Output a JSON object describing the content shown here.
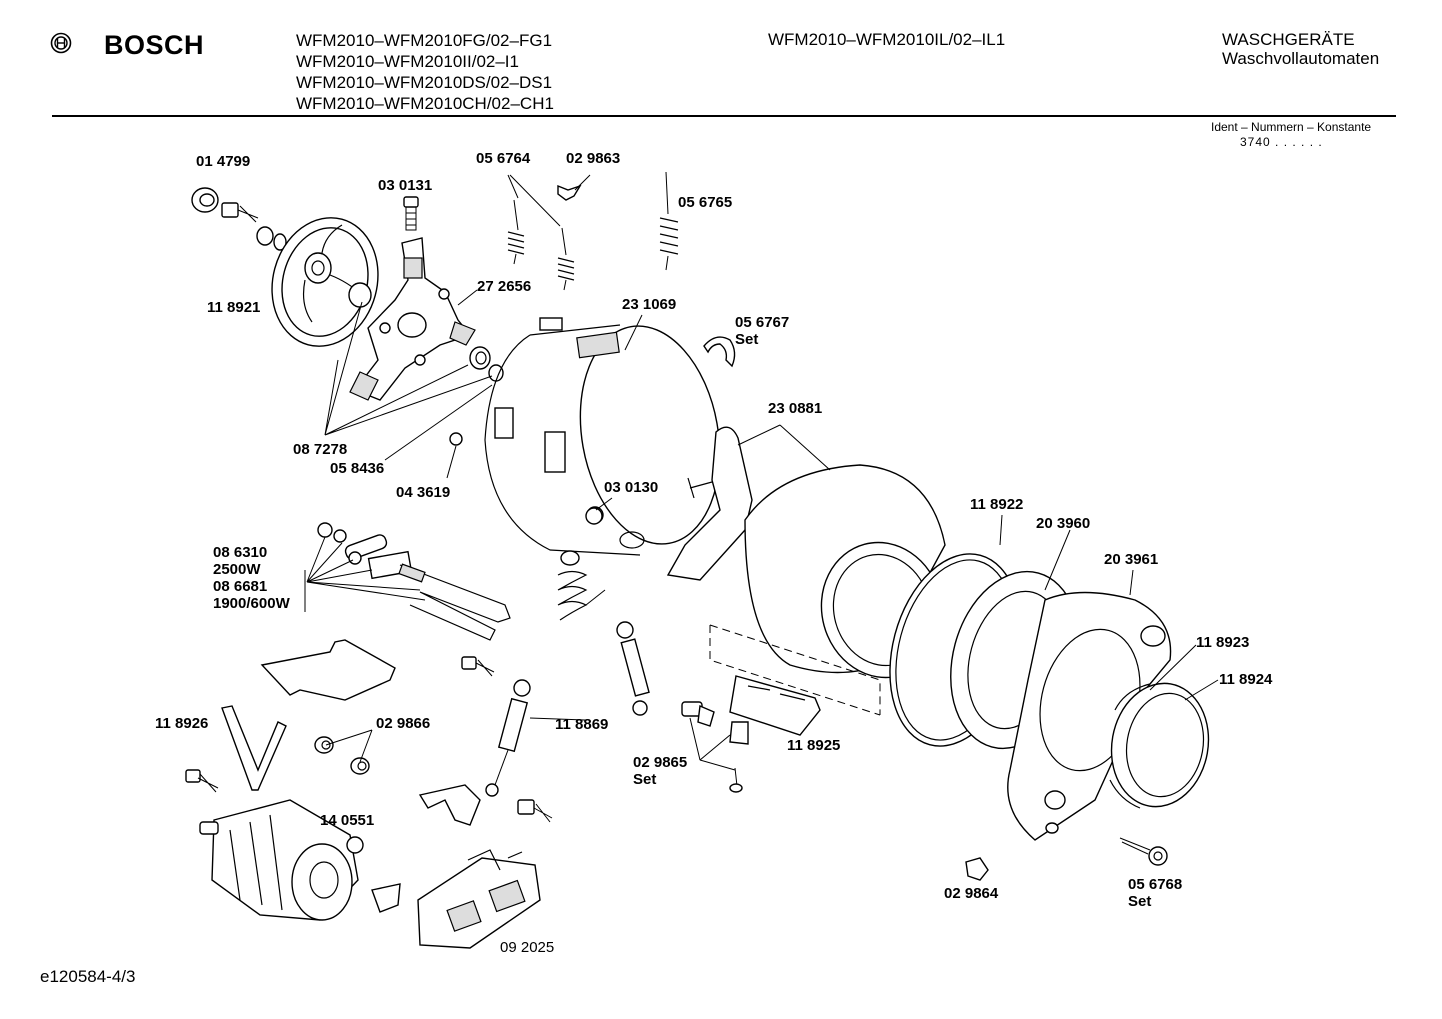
{
  "header": {
    "brand": "BOSCH",
    "models": [
      "WFM2010–WFM2010FG/02–FG1",
      "WFM2010–WFM2010II/02–I1",
      "WFM2010–WFM2010DS/02–DS1",
      "WFM2010–WFM2010CH/02–CH1"
    ],
    "model_center": "WFM2010–WFM2010IL/02–IL1",
    "category_line1": "WASCHGERÄTE",
    "category_line2": "Waschvollautomaten",
    "ident_label": "Ident – Nummern – Konstante",
    "ident_value": "3740 . . . . . ."
  },
  "labels": {
    "p014799": "01 4799",
    "p030131": "03 0131",
    "p056764": "05 6764",
    "p029863": "02 9863",
    "p056765": "05 6765",
    "p118921": "11 8921",
    "p272656": "27 2656",
    "p231069": "23 1069",
    "p056767": "05 6767",
    "set1": "Set",
    "p087278": "08 7278",
    "p058436": "05 8436",
    "p043619": "04 3619",
    "p230881": "23 0881",
    "p030130": "03 0130",
    "p118922": "11 8922",
    "p203960": "20 3960",
    "p203961": "20 3961",
    "p086310": "08 6310",
    "w2500": "2500W",
    "p086681": "08 6681",
    "w1900": "1900/600W",
    "p118923": "11 8923",
    "p118924": "11 8924",
    "p118926": "11 8926",
    "p029866": "02 9866",
    "p118869": "11 8869",
    "p118925": "11 8925",
    "p029865": "02 9865",
    "set2": "Set",
    "p140551": "14 0551",
    "p029864": "02 9864",
    "p056768": "05 6768",
    "set3": "Set",
    "p092025": "09 2025"
  },
  "footer": {
    "code": "e120584-4/3"
  }
}
